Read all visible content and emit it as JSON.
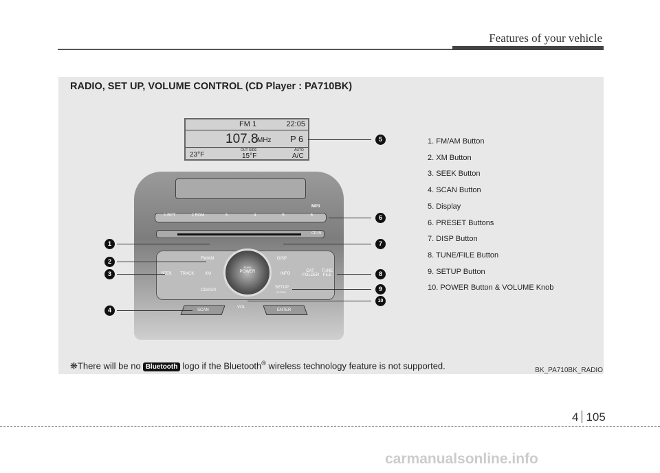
{
  "header": {
    "title": "Features of your vehicle"
  },
  "section": {
    "title": "RADIO, SET UP, VOLUME CONTROL (CD Player : PA710BK)"
  },
  "display": {
    "band": "FM 1",
    "clock": "22:05",
    "frequency": "107.8",
    "unit": "MHz",
    "preset": "P 6",
    "temp": "23°F",
    "outside_label": "OUT SIDE",
    "outside_temp": "15°F",
    "auto_label": "AUTO",
    "ac": "A/C"
  },
  "radio": {
    "presets": [
      "1 RPT",
      "2 RDM",
      "3",
      "4",
      "5",
      "6"
    ],
    "cd_in": "CD-IN",
    "buttons": {
      "fm_am": "FM/AM",
      "xm": "XM",
      "cd_aux": "CD/AUX",
      "seek": "SEEK",
      "track": "TRACK",
      "disp": "DISP",
      "info": "INFO",
      "setup": "SETUP",
      "clock": "CLOCK",
      "cat": "CAT FOLDER",
      "tune": "TUNE FILE",
      "push": "PUSH",
      "power": "POWER",
      "vol": "VOL",
      "scan": "SCAN",
      "enter": "ENTER",
      "mp3": "MP3"
    }
  },
  "callouts": [
    "1",
    "2",
    "3",
    "4",
    "5",
    "6",
    "7",
    "8",
    "9",
    "10"
  ],
  "legend": [
    "1. FM/AM Button",
    "2. XM Button",
    "3. SEEK Button",
    "4. SCAN Button",
    "5. Display",
    "6. PRESET Buttons",
    "7. DISP Button",
    "8. TUNE/FILE Button",
    "9. SETUP Button",
    "10. POWER Button & VOLUME Knob"
  ],
  "note": {
    "symbol": "❋",
    "before": "There will be no",
    "logo": "Bluetooth",
    "after": "logo if the Bluetooth",
    "reg": "®",
    "tail": " wireless technology feature is not supported."
  },
  "image_code": "BK_PA710BK_RADIO",
  "page": {
    "chapter": "4",
    "number": "105"
  },
  "watermark": "carmanualsonline.info"
}
